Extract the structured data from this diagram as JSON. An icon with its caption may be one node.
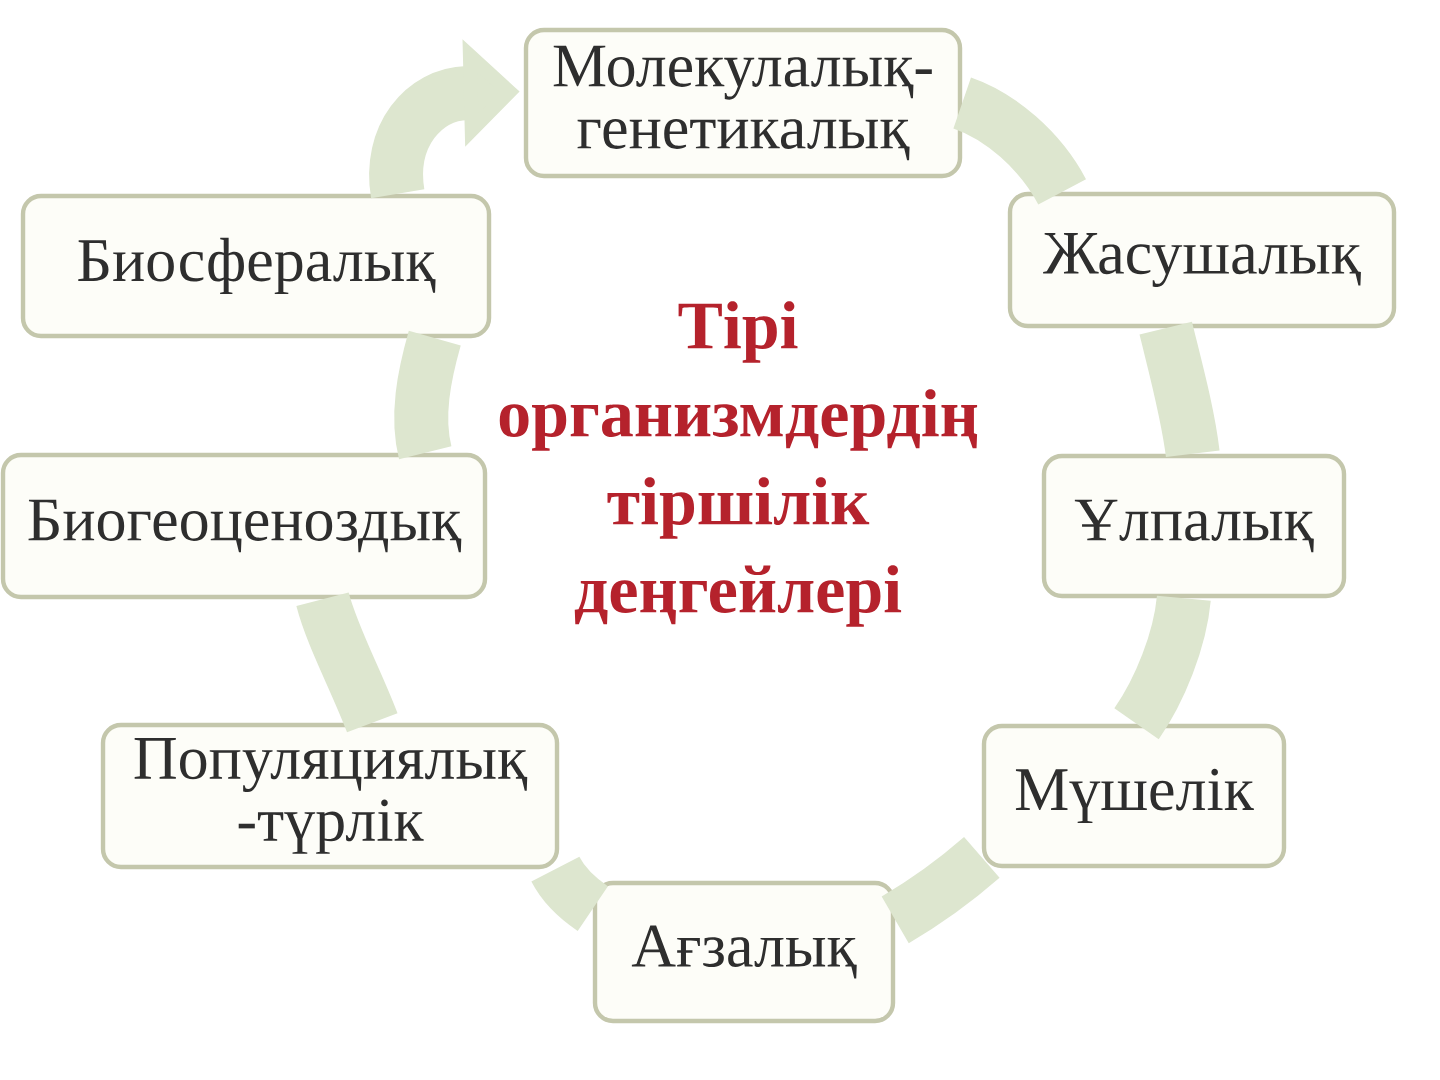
{
  "diagram": {
    "title": "Тірі организмдердің тіршілік деңгейлері",
    "nodes": [
      {
        "text": [
          "Молекулалық-генетикалық"
        ]
      },
      {
        "text": [
          "Жасушалық"
        ]
      },
      {
        "text": [
          "Ұлпалық"
        ]
      },
      {
        "text": [
          "Мүшелік"
        ]
      },
      {
        "text": [
          "Ағзалық"
        ]
      },
      {
        "text": [
          "Популяциялық -түрлік"
        ]
      },
      {
        "text": [
          "Биогеоценоздық"
        ]
      },
      {
        "text": [
          "Биосфералық"
        ]
      }
    ],
    "edges": [
      {
        "from": 0,
        "to": 1,
        "arrow": "none"
      },
      {
        "from": 1,
        "to": 2,
        "arrow": "none"
      },
      {
        "from": 2,
        "to": 3,
        "arrow": "none"
      },
      {
        "from": 3,
        "to": 4,
        "arrow": "none"
      },
      {
        "from": 4,
        "to": 5,
        "arrow": "none"
      },
      {
        "from": 5,
        "to": 6,
        "arrow": "none"
      },
      {
        "from": 6,
        "to": 7,
        "arrow": "none"
      },
      {
        "from": 7,
        "to": 0,
        "arrow": "to"
      }
    ]
  }
}
